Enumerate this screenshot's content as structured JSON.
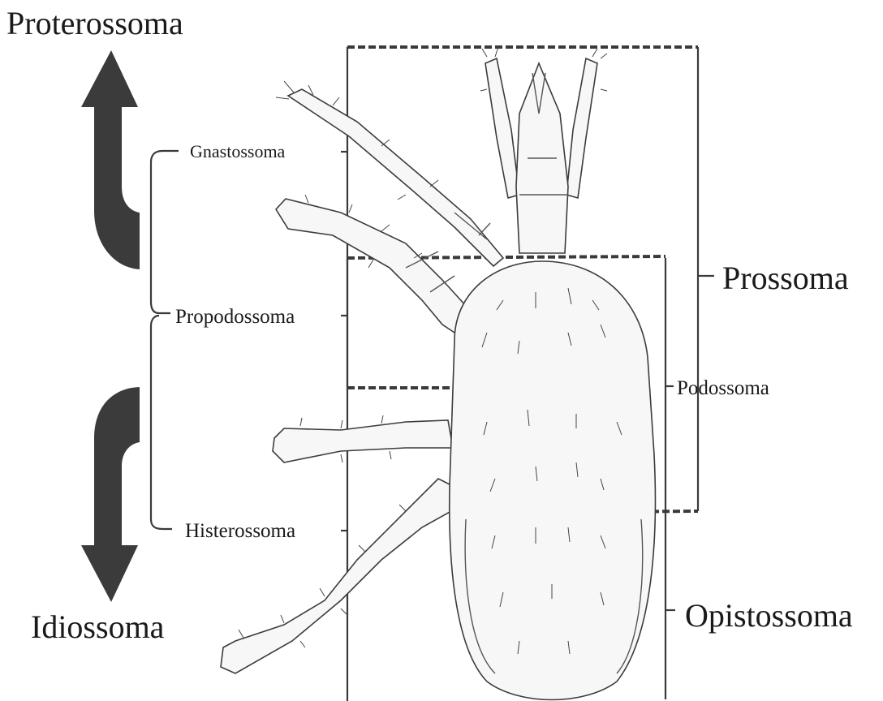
{
  "labels": {
    "proterossoma": "Proterossoma",
    "idiossoma": "Idiossoma",
    "gnastossoma": "Gnastossoma",
    "propodossoma": "Propodossoma",
    "histerossoma": "Histerossoma",
    "prossoma": "Prossoma",
    "podossoma": "Podossoma",
    "opistossoma": "Opistossoma"
  },
  "colors": {
    "ink": "#1a1a1a",
    "arrow": "#3b3b3b",
    "background": "#ffffff"
  }
}
